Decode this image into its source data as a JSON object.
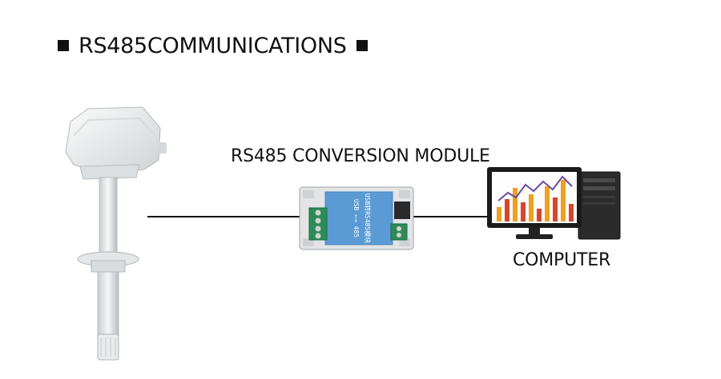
{
  "header": {
    "title": "RS485COMMUNICATIONS"
  },
  "labels": {
    "module": "RS485 CONVERSION MODULE",
    "computer": "COMPUTER"
  },
  "module_print": {
    "line1": "USB转RS485模块",
    "line2": "USB ←→ 485"
  },
  "colors": {
    "text": "#111111",
    "module_blue": "#5b9bd5",
    "terminal_green": "#2e8b57",
    "chart_orange": "#f0a020",
    "chart_red": "#d8452c",
    "chart_purple": "#6a4c9c"
  },
  "icons": {
    "sensor": "duct-sensor-icon",
    "module": "converter-module-icon",
    "computer": "desktop-computer-icon"
  }
}
